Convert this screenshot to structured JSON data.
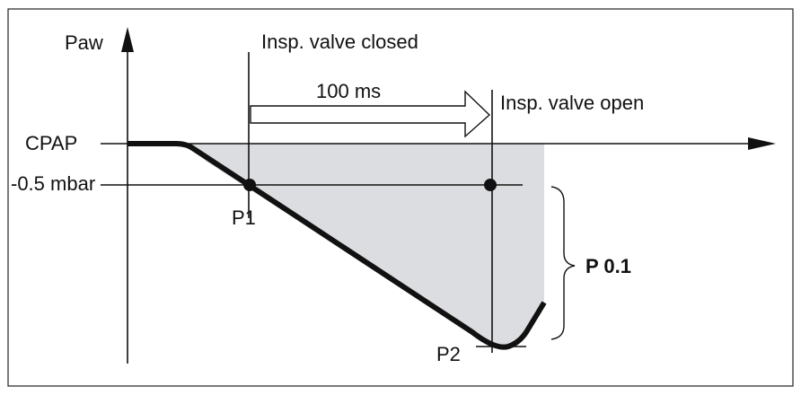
{
  "diagram": {
    "y_axis_label": "Paw",
    "cpap_label": "CPAP",
    "threshold_label": "-0.5 mbar",
    "valve_closed_label": "Insp. valve closed",
    "valve_open_label": "Insp. valve open",
    "interval_label": "100 ms",
    "p1_label": "P1",
    "p2_label": "P2",
    "p01_label": "P 0.1",
    "colors": {
      "line": "#111111",
      "shaded_area": "#dcdde0",
      "frame": "#222222"
    }
  }
}
